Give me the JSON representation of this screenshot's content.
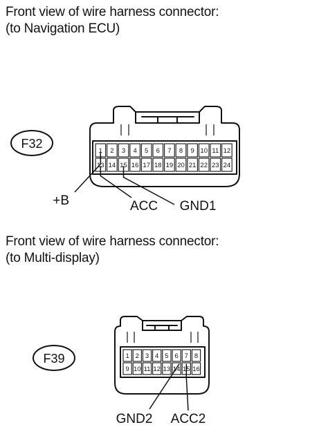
{
  "captions": [
    [
      "Front view of wire harness connector:",
      "(to Navigation ECU)"
    ],
    [
      "Front view of wire harness connector:",
      "(to Multi-display)"
    ]
  ],
  "connectors": [
    {
      "id": "F32",
      "pins_top": [
        "1",
        "2",
        "3",
        "4",
        "5",
        "6",
        "7",
        "8",
        "9",
        "10",
        "11",
        "12"
      ],
      "pins_bottom": [
        "13",
        "14",
        "15",
        "16",
        "17",
        "18",
        "19",
        "20",
        "21",
        "22",
        "23",
        "24"
      ],
      "callouts": [
        {
          "pin": "1",
          "label": "+B"
        },
        {
          "pin": "13",
          "label": "ACC"
        },
        {
          "pin": "15",
          "label": "GND1"
        }
      ]
    },
    {
      "id": "F39",
      "pins_top": [
        "1",
        "2",
        "3",
        "4",
        "5",
        "6",
        "7",
        "8"
      ],
      "pins_bottom": [
        "9",
        "10",
        "11",
        "12",
        "13",
        "14",
        "15",
        "16"
      ],
      "callouts": [
        {
          "pin": "6",
          "label": "GND2"
        },
        {
          "pin": "7",
          "label": "ACC2"
        }
      ]
    }
  ]
}
